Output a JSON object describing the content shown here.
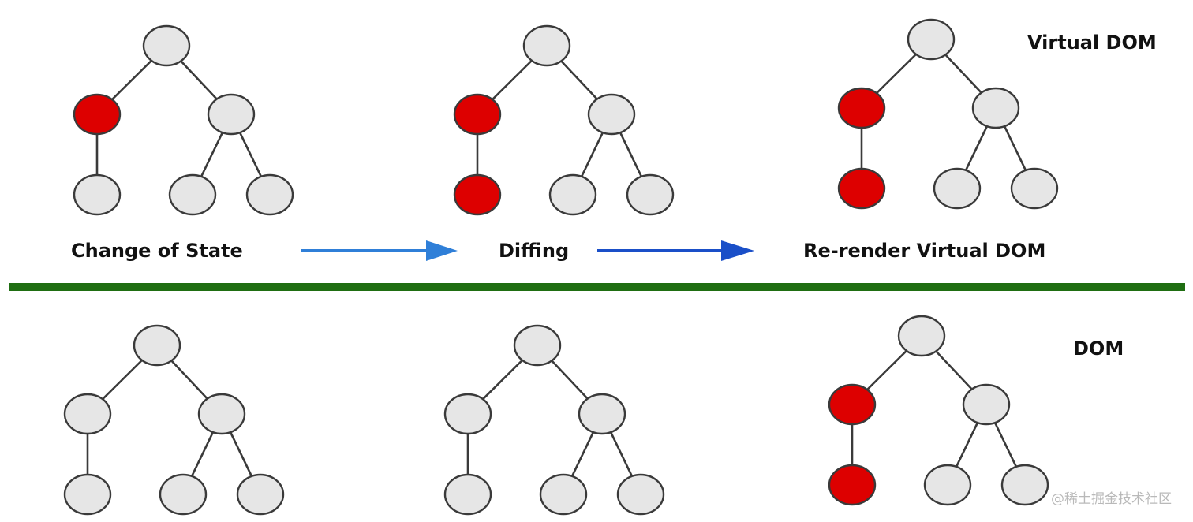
{
  "colors": {
    "node_default": "#e6e6e6",
    "node_changed": "#dd0000",
    "edge": "#3a3a3a",
    "divider": "#1f6e12",
    "arrow_1": "#2f7fd8",
    "arrow_2": "#1a4fc8"
  },
  "labels": {
    "virtual_dom": "Virtual DOM",
    "dom": "DOM",
    "step_1": "Change of State",
    "step_2": "Diffing",
    "step_3": "Re-render Virtual DOM"
  },
  "watermark": "@稀土掘金技术社区",
  "trees": [
    {
      "row": "virtual-dom",
      "step": "change-of-state",
      "changed": [
        "left-child"
      ]
    },
    {
      "row": "virtual-dom",
      "step": "diffing",
      "changed": [
        "left-child",
        "left-grandchild"
      ]
    },
    {
      "row": "virtual-dom",
      "step": "re-render",
      "changed": [
        "left-child",
        "left-grandchild"
      ]
    },
    {
      "row": "dom",
      "step": "change-of-state",
      "changed": []
    },
    {
      "row": "dom",
      "step": "diffing",
      "changed": []
    },
    {
      "row": "dom",
      "step": "re-render",
      "changed": [
        "left-child",
        "left-grandchild"
      ]
    }
  ]
}
